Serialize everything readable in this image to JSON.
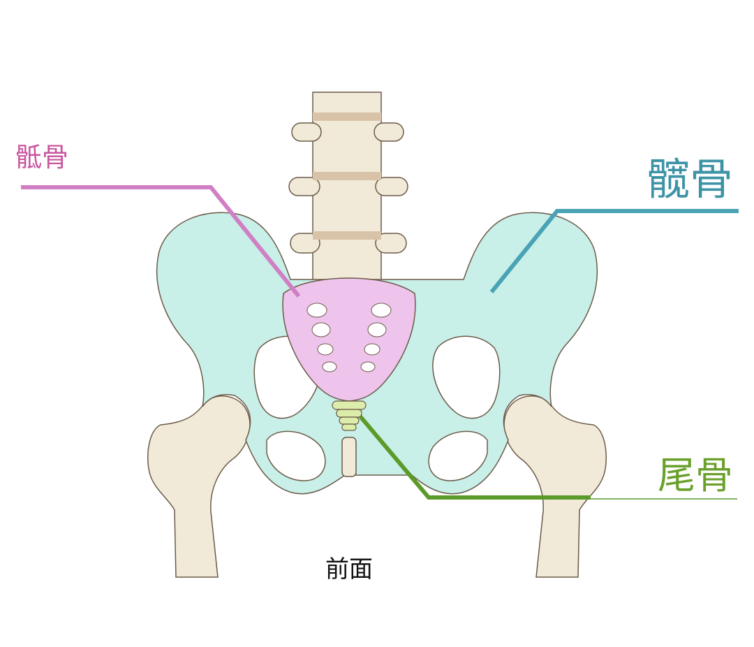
{
  "labels": {
    "sacrum": "骶骨",
    "ilium": "髋骨",
    "coccyx": "尾骨",
    "view": "前面"
  },
  "colors": {
    "sacrum": "#c8569f",
    "sacrum_line": "#d17fc4",
    "sacrum_fill": "#eec3ec",
    "ilium": "#3d93a6",
    "ilium_line": "#4aa2b5",
    "ilium_fill": "#c8efe8",
    "coccyx": "#6aa02b",
    "coccyx_line": "#5c9a2a",
    "coccyx_fill": "#dcecaa",
    "bone_fill": "#f1ead9",
    "disc_fill": "#d8c3a8",
    "outline": "#6b5a48"
  }
}
